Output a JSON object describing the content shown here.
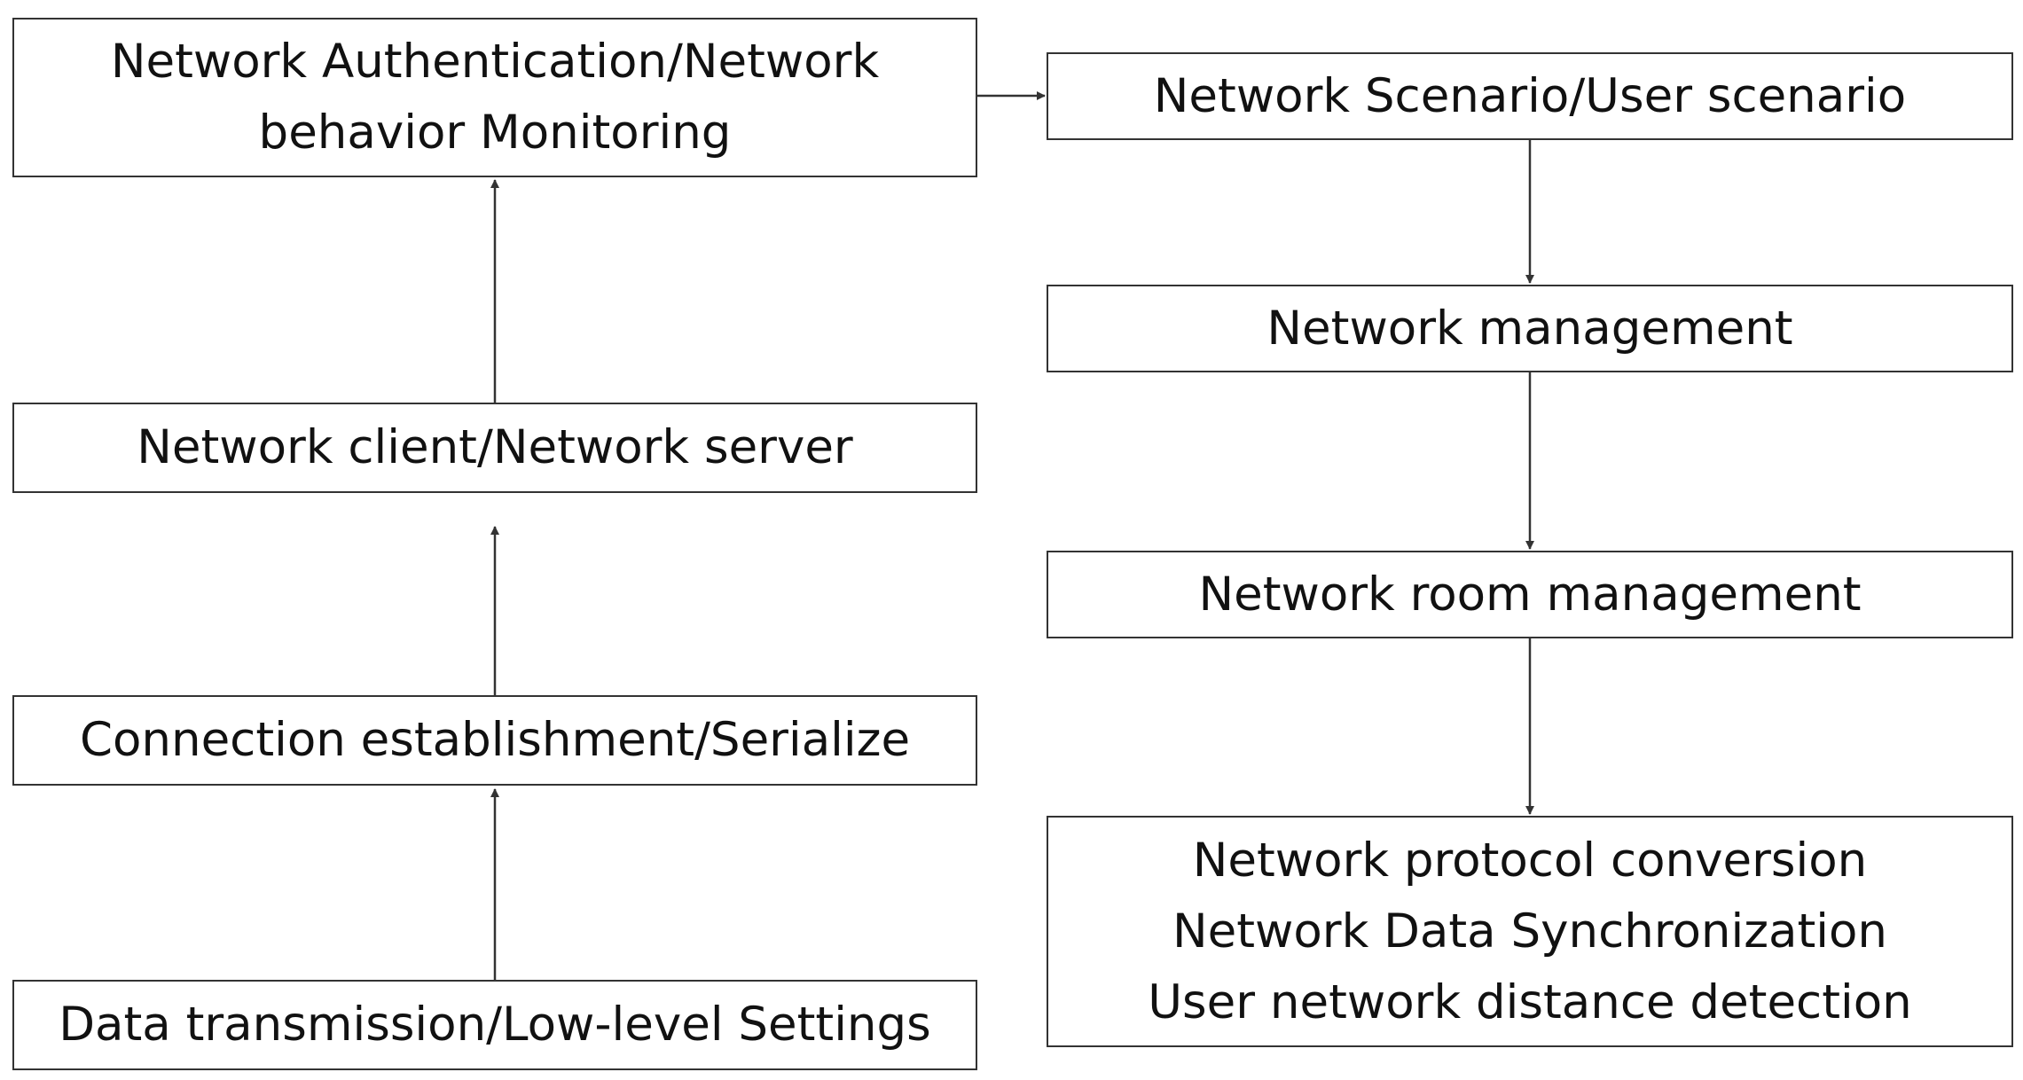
{
  "nodes": {
    "auth": {
      "lines": [
        "Network Authentication/Network",
        "behavior Monitoring"
      ]
    },
    "client": {
      "lines": [
        "Network client/Network server"
      ]
    },
    "connection": {
      "lines": [
        "Connection establishment/Serialize"
      ]
    },
    "data": {
      "lines": [
        "Data transmission/Low-level Settings"
      ]
    },
    "scenario": {
      "lines": [
        "Network Scenario/User scenario"
      ]
    },
    "management": {
      "lines": [
        "Network management"
      ]
    },
    "room": {
      "lines": [
        "Network room management"
      ]
    },
    "protocol": {
      "lines": [
        "Network protocol conversion",
        "Network Data Synchronization",
        "User network distance detection"
      ]
    }
  },
  "edges": [
    {
      "from": "data",
      "to": "connection"
    },
    {
      "from": "connection",
      "to": "client"
    },
    {
      "from": "client",
      "to": "auth"
    },
    {
      "from": "auth",
      "to": "scenario"
    },
    {
      "from": "scenario",
      "to": "management"
    },
    {
      "from": "management",
      "to": "room"
    },
    {
      "from": "room",
      "to": "protocol"
    }
  ]
}
